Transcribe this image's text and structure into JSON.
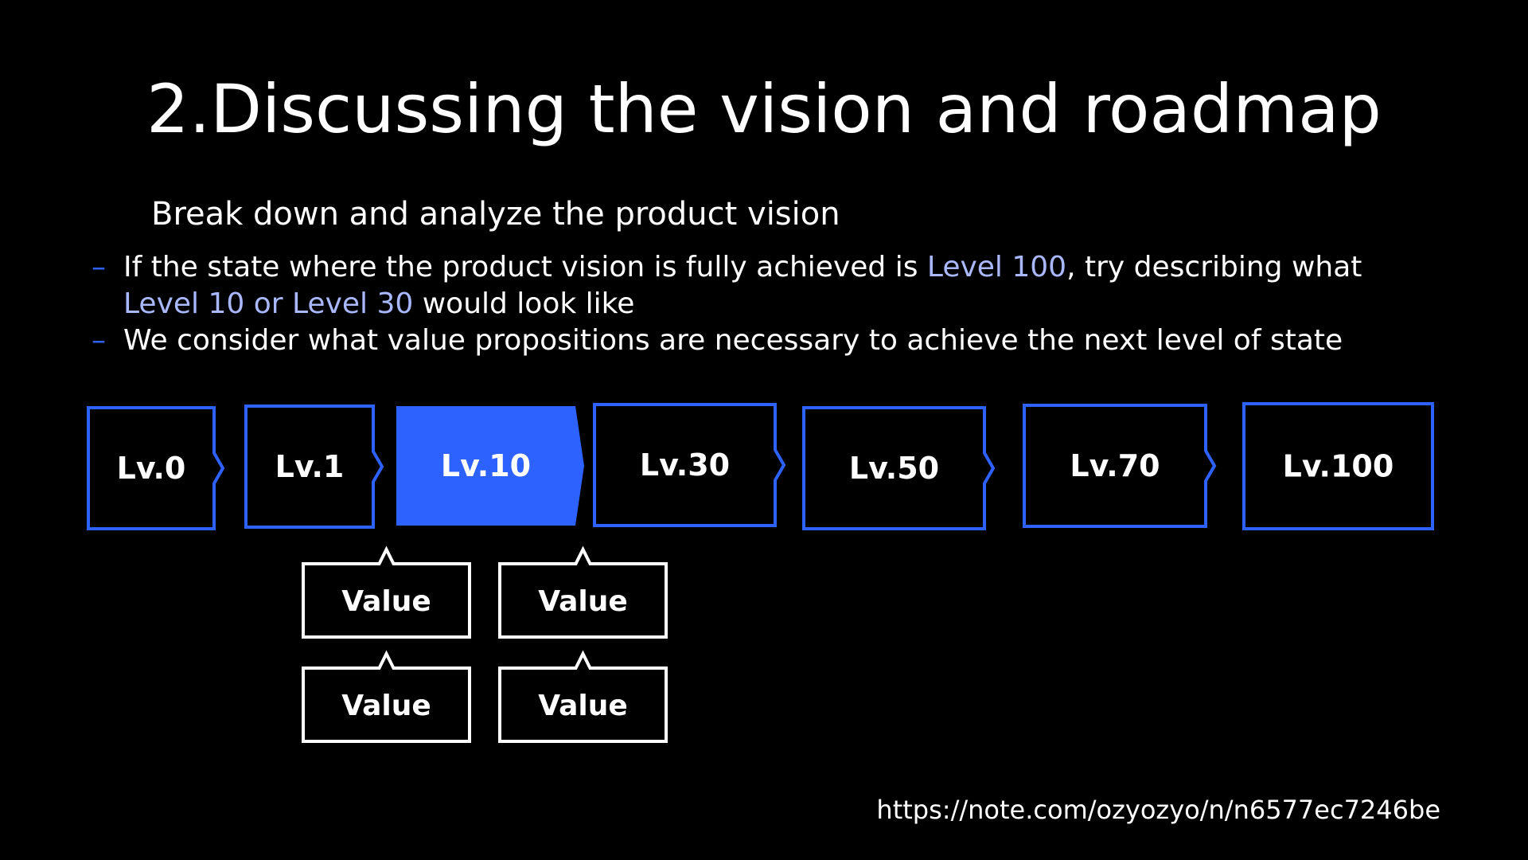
{
  "slide": {
    "title": "2.Discussing the vision and roadmap",
    "subtitle": "Break down and analyze the product vision",
    "bullets": [
      {
        "parts": [
          {
            "text": "If the state where the product vision is fully achieved is ",
            "highlight": false
          },
          {
            "text": "Level 100",
            "highlight": true
          },
          {
            "text": ", try describing what ",
            "highlight": false
          },
          {
            "text": "Level 10 or Level 30",
            "highlight": true
          },
          {
            "text": " would look like",
            "highlight": false
          }
        ]
      },
      {
        "parts": [
          {
            "text": "We consider what value propositions are necessary to achieve the next level of state",
            "highlight": false
          }
        ]
      }
    ],
    "bullet_marker": "–",
    "url": "https://note.com/ozyozyo/n/n6577ec7246be"
  },
  "levels": [
    {
      "label": "Lv.0",
      "active": false
    },
    {
      "label": "Lv.1",
      "active": false
    },
    {
      "label": "Lv.10",
      "active": true
    },
    {
      "label": "Lv.30",
      "active": false
    },
    {
      "label": "Lv.50",
      "active": false
    },
    {
      "label": "Lv.70",
      "active": false
    },
    {
      "label": "Lv.100",
      "active": false
    }
  ],
  "values": [
    {
      "label": "Value",
      "under": "Lv.10",
      "row": 1
    },
    {
      "label": "Value",
      "under": "Lv.30",
      "row": 1
    },
    {
      "label": "Value",
      "under": "Lv.10",
      "row": 2
    },
    {
      "label": "Value",
      "under": "Lv.30",
      "row": 2
    }
  ],
  "colors": {
    "background": "#000000",
    "accent": "#2e62ff",
    "highlight_text": "#a9b8ff",
    "text": "#ffffff"
  }
}
